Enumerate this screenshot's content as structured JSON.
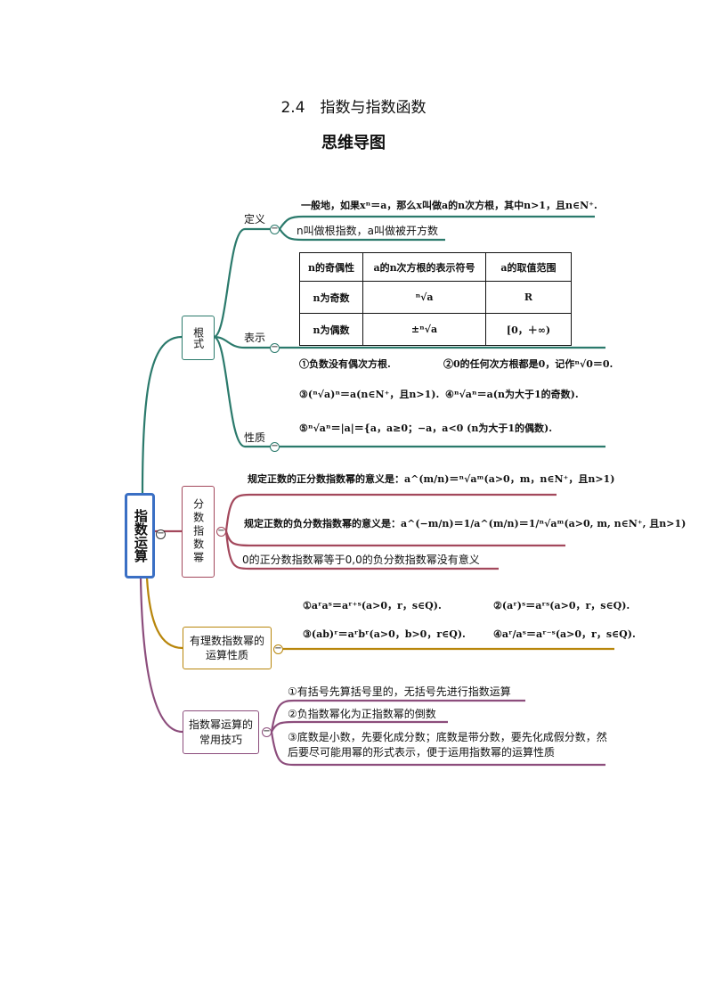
{
  "header": {
    "title": "2.4　指数与指数函数",
    "subtitle": "思维导图"
  },
  "colors": {
    "center": "#3a6fc4",
    "radical": "#2b7a6c",
    "fractional": "#a3485c",
    "rational": "#b8860b",
    "tips": "#8c4d7c"
  },
  "center": {
    "label": "指数运算"
  },
  "radical": {
    "label": "根式",
    "definition": {
      "label": "定义",
      "lines": [
        "一般地，如果xⁿ＝a，那么x叫做a的n次方根，其中n>1，且n∈N⁺.",
        "n叫做根指数，a叫做被开方数"
      ]
    },
    "notation": {
      "label": "表示",
      "table": {
        "headers": [
          "n的奇偶性",
          "a的n次方根的表示符号",
          "a的取值范围"
        ],
        "rows": [
          [
            "n为奇数",
            "ⁿ√a",
            "R"
          ],
          [
            "n为偶数",
            "±ⁿ√a",
            "[0，＋∞)"
          ]
        ]
      }
    },
    "properties": {
      "label": "性质",
      "items": [
        "①负数没有偶次方根.",
        "②0的任何次方根都是0，记作ⁿ√0＝0.",
        "③(ⁿ√a)ⁿ＝a(n∈N⁺，且n>1).",
        "④ⁿ√aⁿ＝a(n为大于1的奇数).",
        "⑤ⁿ√aⁿ＝|a|＝{a，a≥0；−a，a<0 (n为大于1的偶数)."
      ]
    }
  },
  "fractional": {
    "label": "分数指数幂",
    "items": [
      "规定正数的正分数指数幂的意义是：a^(m/n)＝ⁿ√aᵐ(a>0，m，n∈N⁺，且n>1)",
      "规定正数的负分数指数幂的意义是：a^(−m/n)＝1/a^(m/n)＝1/ⁿ√aᵐ(a>0, m, n∈N⁺, 且n>1)",
      "0的正分数指数幂等于0,0的负分数指数幂没有意义"
    ]
  },
  "rational": {
    "label": "有理数指数幂的运算性质",
    "items": [
      "①aʳaˢ＝aʳ⁺ˢ(a>0，r，s∈Q).",
      "②(aʳ)ˢ＝aʳˢ(a>0，r，s∈Q).",
      "③(ab)ʳ＝aʳbʳ(a>0，b>0，r∈Q).",
      "④aʳ/aˢ＝aʳ⁻ˢ(a>0，r，s∈Q)."
    ]
  },
  "tips": {
    "label": "指数幂运算的常用技巧",
    "items": [
      "①有括号先算括号里的，无括号先进行指数运算",
      "②负指数幂化为正指数幂的倒数",
      "③底数是小数，先要化成分数；底数是带分数，要先化成假分数，然后要尽可能用幂的形式表示，便于运用指数幂的运算性质"
    ]
  }
}
